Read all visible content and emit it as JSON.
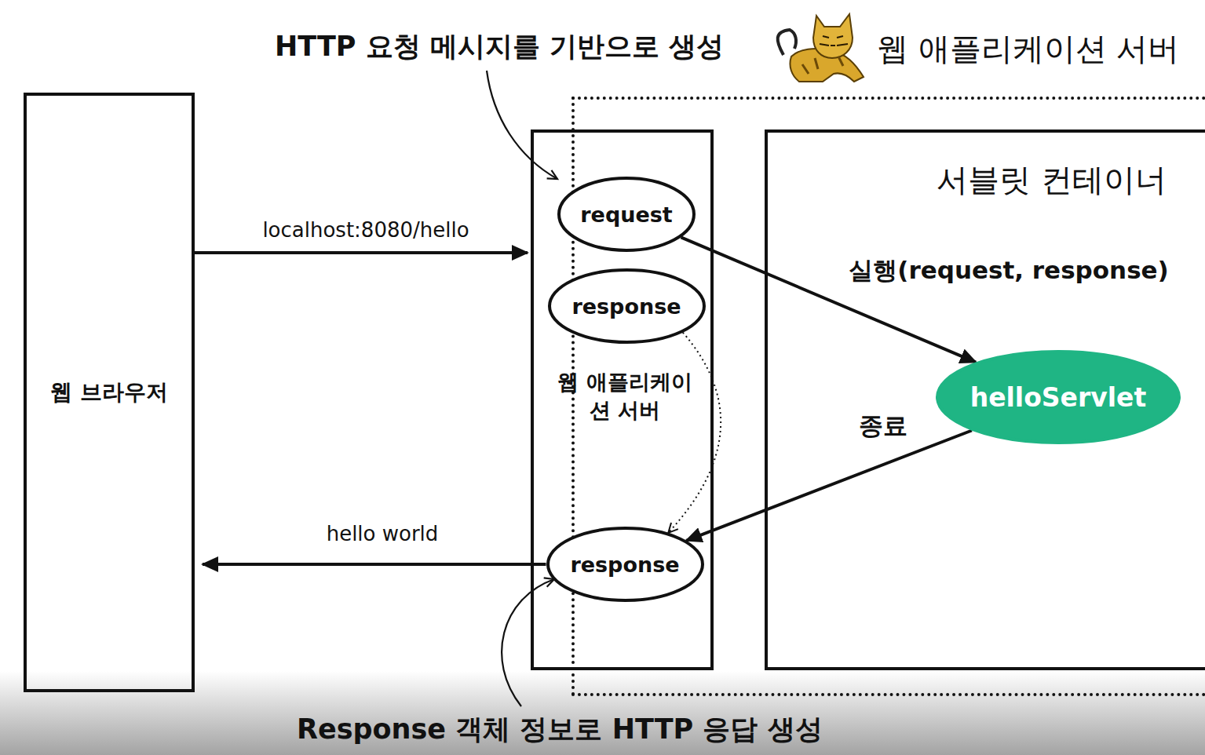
{
  "diagram": {
    "nodes": [
      {
        "text": [
          "웹 브라우저"
        ]
      },
      {
        "text": [
          "웹 애플리케이션 서버"
        ]
      },
      {
        "text": [
          "웹 애플리케이션 서버"
        ],
        "in": 1
      },
      {
        "text": [
          "request"
        ],
        "in": 2
      },
      {
        "text": [
          "response"
        ],
        "in": 2
      },
      {
        "text": [
          "response"
        ],
        "in": 2
      },
      {
        "text": [
          "서블릿 컨테이너"
        ],
        "in": 1
      },
      {
        "text": [
          "helloServlet"
        ],
        "in": 6
      }
    ],
    "edges": [
      {
        "from": 0,
        "to": 2,
        "label": "localhost:8080/hello",
        "arrow": "to"
      },
      {
        "from": 3,
        "to": 7,
        "label": "실행(request, response)",
        "arrow": "to"
      },
      {
        "from": 4,
        "to": 5,
        "arrow": "to"
      },
      {
        "from": 7,
        "to": 5,
        "label": "종료",
        "arrow": "to"
      },
      {
        "from": 5,
        "to": 0,
        "label": "hello world",
        "arrow": "to"
      }
    ],
    "labels": [
      "HTTP 요청 메시지를 기반으로 생성",
      "Response 객체 정보로 HTTP 응답 생성"
    ]
  }
}
